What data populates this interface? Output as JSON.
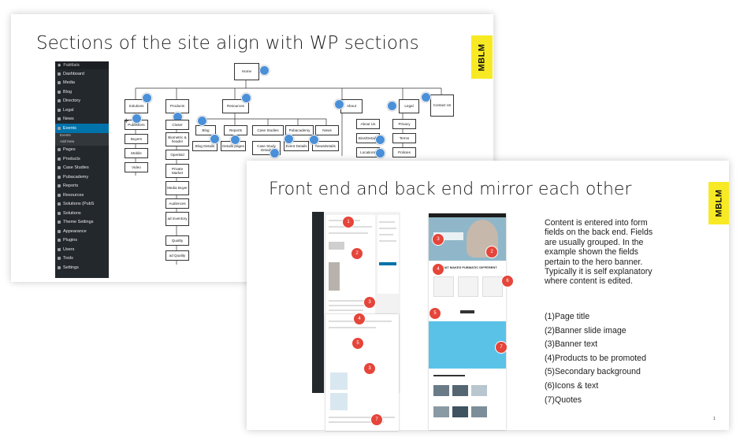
{
  "slide1": {
    "title": "Sections of the site align with WP sections",
    "brand": "MBLM",
    "wp_sidebar": {
      "site": "PubMatic",
      "items": [
        {
          "label": "Dashboard",
          "active": false
        },
        {
          "label": "Media",
          "active": false
        },
        {
          "label": "Blog",
          "active": false
        },
        {
          "label": "Directory",
          "active": false
        },
        {
          "label": "Legal",
          "active": false
        },
        {
          "label": "News",
          "active": false
        },
        {
          "label": "Events",
          "active": true
        },
        {
          "label": "Pages",
          "active": false
        },
        {
          "label": "Products",
          "active": false
        },
        {
          "label": "Case Studies",
          "active": false
        },
        {
          "label": "Pubacademy",
          "active": false
        },
        {
          "label": "Reports",
          "active": false
        },
        {
          "label": "Resources",
          "active": false
        },
        {
          "label": "Solutions (PubS",
          "active": false
        },
        {
          "label": "Solutions",
          "active": false
        },
        {
          "label": "Theme Settings",
          "active": false
        },
        {
          "label": "Appearance",
          "active": false
        },
        {
          "label": "Plugins",
          "active": false
        },
        {
          "label": "Users",
          "active": false
        },
        {
          "label": "Tools",
          "active": false
        },
        {
          "label": "Settings",
          "active": false
        }
      ],
      "submenu": [
        "Events",
        "Add New"
      ]
    },
    "sitemap": {
      "home": "Home",
      "solutions": "Solutions",
      "solutions_children": [
        "Publishers",
        "Buyers",
        "Mobile",
        "Video"
      ],
      "products": "Products",
      "products_children": [
        "Closer",
        "Biometric & header",
        "Openbid",
        "Private Market",
        "Media Buyer",
        "Audiences",
        "ad inventory",
        "Quality",
        "ad Quality"
      ],
      "resources": "Resources",
      "resources_children": [
        "Blog",
        "Reports",
        "Case Studies",
        "Pubacademy",
        "News"
      ],
      "resources_details": [
        "Blog Details",
        "Details pages",
        "Case Study Details",
        "Event Details",
        "NewsDetails"
      ],
      "about": "About",
      "about_children": [
        "About Us",
        "Bios/Details",
        "Locations"
      ],
      "legal": "Legal",
      "legal_children": [
        "Privacy",
        "Terms",
        "Policies"
      ],
      "contact": "Contact Us"
    }
  },
  "slide2": {
    "title": "Front end and back end mirror each other",
    "brand": "MBLM",
    "description": "Content is entered into form fields on the back end. Fields are usually grouped. In the example shown the fields pertain to the hero banner. Typically it is self explanatory where content is edited.",
    "list": [
      "(1)Page title",
      "(2)Banner slide image",
      "(3)Banner text",
      "(4)Products to be promoted",
      "(5)Secondary background",
      "(6)Icons & text",
      "(7)Quotes"
    ],
    "front_section_title": "WHAT MAKES PUBMATIC DIFFERENT",
    "page_number": "1"
  }
}
